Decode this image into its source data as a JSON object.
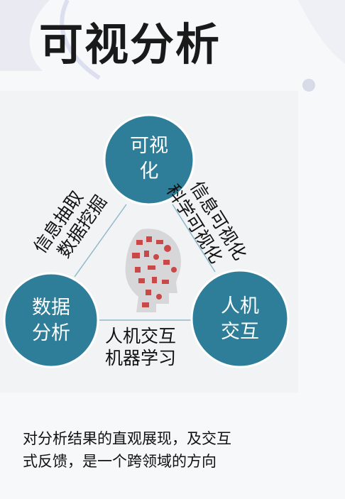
{
  "title": "可视分析",
  "nodes": {
    "top": {
      "line1": "可视",
      "line2": "化"
    },
    "left": {
      "line1": "数据",
      "line2": "分析"
    },
    "right": {
      "line1": "人机",
      "line2": "交互"
    }
  },
  "edges": {
    "left": {
      "line1": "信息抽取",
      "line2": "数据挖掘"
    },
    "right": {
      "line1": "信息可视化",
      "line2": "科学可视化"
    },
    "bottom": {
      "line1": "人机交互",
      "line2": "机器学习"
    }
  },
  "caption": {
    "line1": "对分析结果的直观展现，及交互",
    "line2": "式反馈，是一个跨领域的方向"
  },
  "colors": {
    "node": "#2e7d99",
    "connector": "#8fb8cc",
    "head_icons": "#c94848"
  }
}
